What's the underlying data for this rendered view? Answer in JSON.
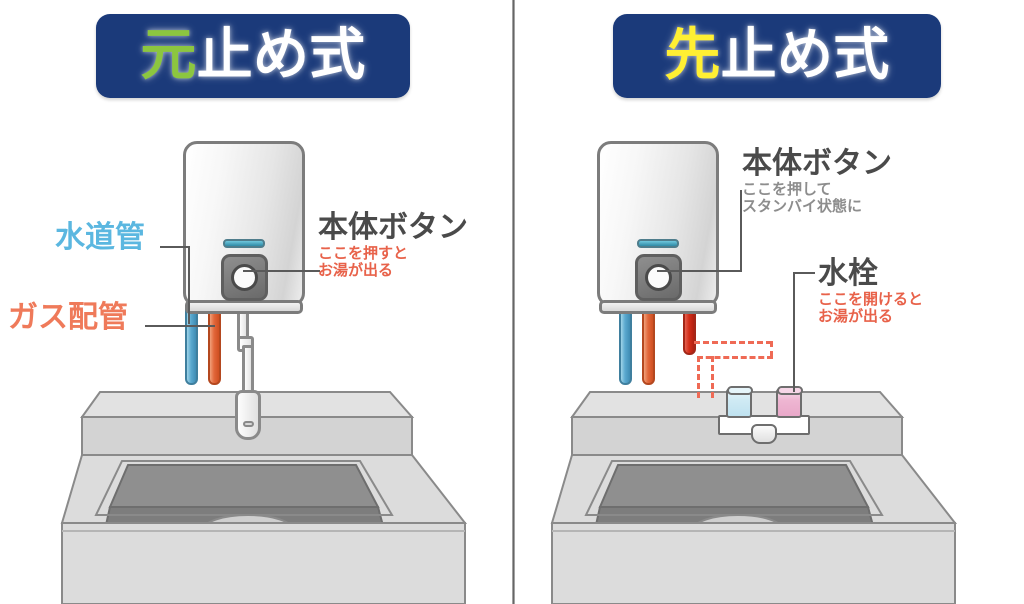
{
  "diagram": {
    "type": "comparison-illustration",
    "subject": "Japanese gas water heater control types",
    "divider": {
      "present": true,
      "color": "#6f6f6f"
    }
  },
  "panels": [
    {
      "id": "moto-dome",
      "side": "left",
      "badge": {
        "highlight_text": "元",
        "highlight_color": "#8cc63f",
        "rest_text": "止め式",
        "rest_color": "#ffffff",
        "background": "#1b3a7a"
      },
      "labels": {
        "water_pipe": {
          "title": "水道管",
          "color": "#5bb7e0"
        },
        "gas_pipe": {
          "title": "ガス配管",
          "color": "#ef7a5a"
        },
        "unit_button": {
          "title": "本体ボタン",
          "title_color": "#4a4a4a",
          "sub_line1": "ここを押すと",
          "sub_line2": "お湯が出る",
          "sub_color": "#e8624a"
        }
      },
      "parts": {
        "heater": "water-heater-unit",
        "indicator": "status-indicator-strip",
        "button": "power-button",
        "pipes": [
          "water-pipe-blue",
          "gas-pipe-orange"
        ],
        "outlet": "fixed-spout",
        "sink": "vanity-sink"
      }
    },
    {
      "id": "saki-dome",
      "side": "right",
      "badge": {
        "highlight_text": "先",
        "highlight_color": "#ffef33",
        "rest_text": "止め式",
        "rest_color": "#ffffff",
        "background": "#1b3a7a"
      },
      "labels": {
        "unit_button": {
          "title": "本体ボタン",
          "title_color": "#4a4a4a",
          "sub_line1": "ここを押して",
          "sub_line2": "スタンバイ状態に",
          "sub_color": "#8d8d8d"
        },
        "faucet": {
          "title": "水栓",
          "title_color": "#4a4a4a",
          "sub_line1": "ここを開けると",
          "sub_line2": "お湯が出る",
          "sub_color": "#e8624a"
        }
      },
      "parts": {
        "heater": "water-heater-unit",
        "indicator": "status-indicator-strip",
        "button": "power-button",
        "pipes": [
          "water-pipe-blue",
          "gas-pipe-orange",
          "hot-water-pipe-red"
        ],
        "hot_water_route": "red-dashed-route",
        "faucet": {
          "cold_handle_color": "#bfe2f0",
          "hot_handle_color": "#e9a8c9"
        },
        "sink": "vanity-sink"
      }
    }
  ],
  "palette": {
    "badge_navy": "#1b3a7a",
    "green": "#8cc63f",
    "yellow": "#ffef33",
    "water_blue": "#5aa9cf",
    "gas_orange": "#e2673a",
    "hot_red": "#d32d18",
    "red_text": "#e8624a",
    "gray_text": "#4a4a4a",
    "sink_light": "#d9d9d9",
    "sink_dark": "#8f8f8f"
  }
}
